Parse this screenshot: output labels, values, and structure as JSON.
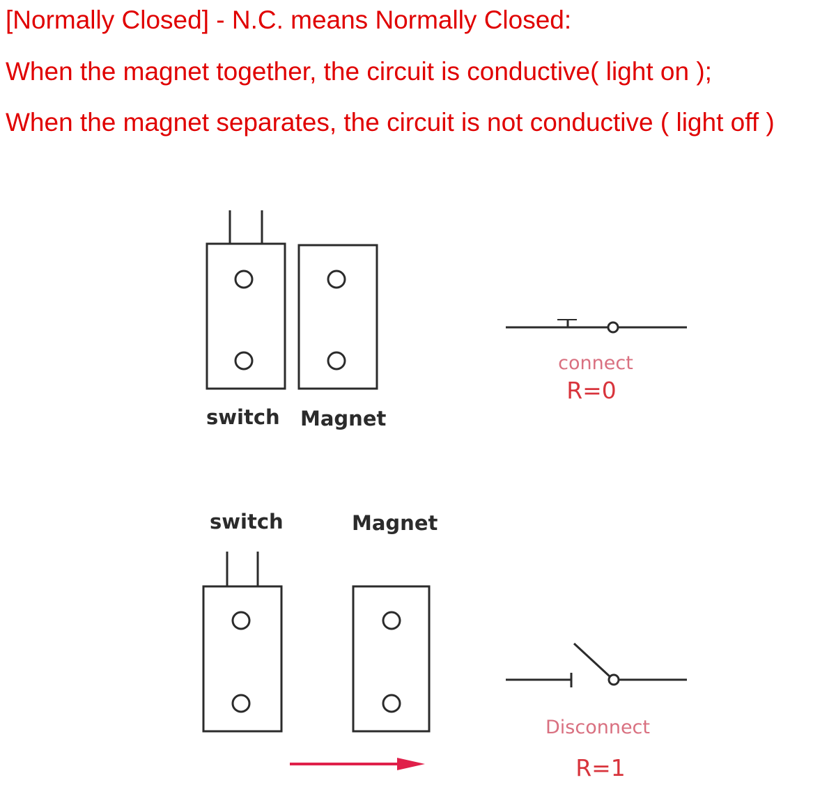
{
  "header": {
    "line1": "[Normally Closed] - N.C. means Normally Closed:",
    "line2": "When the magnet together, the circuit is conductive( light on );",
    "line3": "When the magnet separates, the circuit is not conductive ( light off )"
  },
  "closed_state": {
    "switch_label": "switch",
    "magnet_label": "Magnet",
    "status_label": "connect",
    "resistance_label": "R=0"
  },
  "open_state": {
    "switch_label": "switch",
    "magnet_label": "Magnet",
    "status_label": "Disconnect",
    "resistance_label": "R=1"
  },
  "colors": {
    "header_text": "#e00000",
    "status_text": "#d97080",
    "resistance_text": "#d8343c",
    "arrow": "#e0204a",
    "outline": "#2b2b2b"
  }
}
